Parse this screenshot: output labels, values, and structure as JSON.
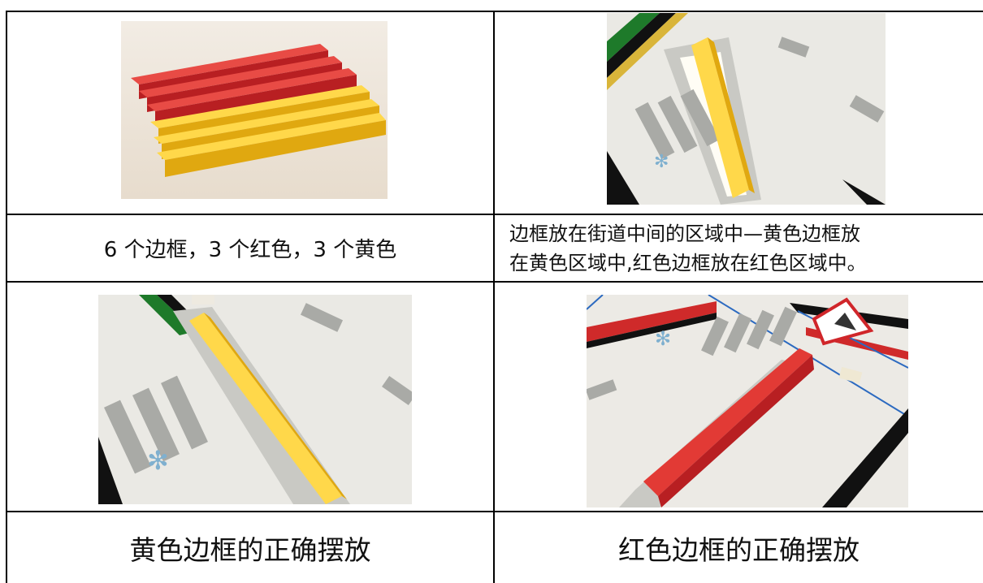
{
  "captions": {
    "frames_summary": "6 个边框，3 个红色，3 个黄色",
    "placement_rule_line1": "边框放在街道中间的区域中—黄色边框放",
    "placement_rule_line2": "在黄色区域中,红色边框放在红色区域中。",
    "yellow_correct": "黄色边框的正确摆放",
    "red_correct": "红色边框的正确摆放"
  },
  "colors": {
    "lego_red": "#d8262a",
    "lego_yellow": "#f3c21a",
    "mat": "#eeeeea",
    "gray_stripe": "#a9aaa6"
  }
}
